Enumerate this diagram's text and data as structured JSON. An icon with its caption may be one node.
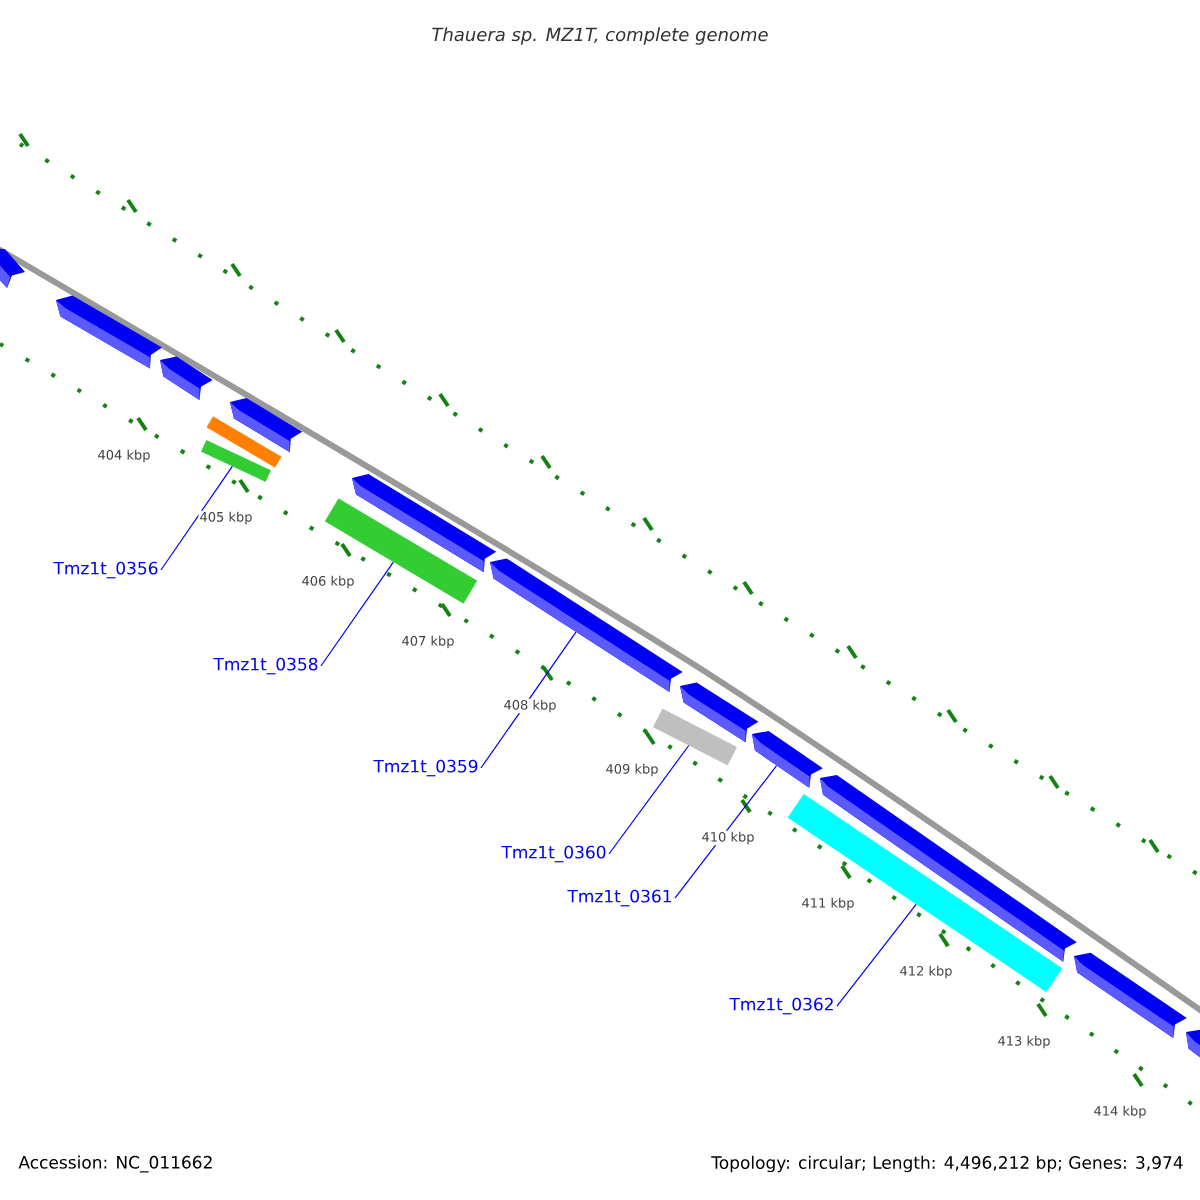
{
  "diagram": {
    "title": "Thauera sp. MZ1T, complete genome",
    "nodes": [
      {
        "text": [
          "Tmz1t_0356"
        ]
      },
      {
        "text": [],
        "shape": "bar"
      },
      {
        "text": [
          "Tmz1t_0358"
        ]
      },
      {
        "text": [],
        "shape": "bar"
      },
      {
        "text": [
          "Tmz1t_0359"
        ]
      },
      {
        "text": [
          "Tmz1t_0360"
        ]
      },
      {
        "text": [],
        "shape": "bar"
      },
      {
        "text": [
          "Tmz1t_0361"
        ]
      },
      {
        "text": [
          "Tmz1t_0362"
        ]
      },
      {
        "text": [],
        "shape": "bar"
      },
      {
        "text": [],
        "shape": "bar"
      },
      {
        "text": [],
        "shape": "bar"
      },
      {
        "text": [],
        "shape": "bar"
      },
      {
        "text": [],
        "shape": "bar"
      },
      {
        "text": [],
        "shape": "bar"
      },
      {
        "text": [],
        "shape": "bar"
      },
      {
        "text": [],
        "shape": "bar"
      },
      {
        "text": [],
        "shape": "bar"
      },
      {
        "text": [],
        "shape": "bar"
      },
      {
        "text": [],
        "shape": "bar"
      },
      {
        "text": [],
        "shape": "bar"
      },
      {
        "text": [],
        "shape": "bar"
      }
    ],
    "edges": [
      {
        "from": 0,
        "to": 1,
        "arrow": "none"
      },
      {
        "from": 2,
        "to": 3,
        "arrow": "none"
      },
      {
        "from": 4,
        "to": 10,
        "arrow": "none"
      },
      {
        "from": 5,
        "to": 6,
        "arrow": "none"
      },
      {
        "from": 7,
        "to": 11,
        "arrow": "none"
      },
      {
        "from": 8,
        "to": 9,
        "arrow": "none"
      }
    ],
    "labels": [
      "404 kbp",
      "405 kbp",
      "406 kbp",
      "407 kbp",
      "408 kbp",
      "409 kbp",
      "410 kbp",
      "411 kbp",
      "412 kbp",
      "413 kbp",
      "414 kbp",
      "Accession: NC_011662",
      "Topology: circular; Length: 4,496,212 bp; Genes: 3,974"
    ]
  }
}
